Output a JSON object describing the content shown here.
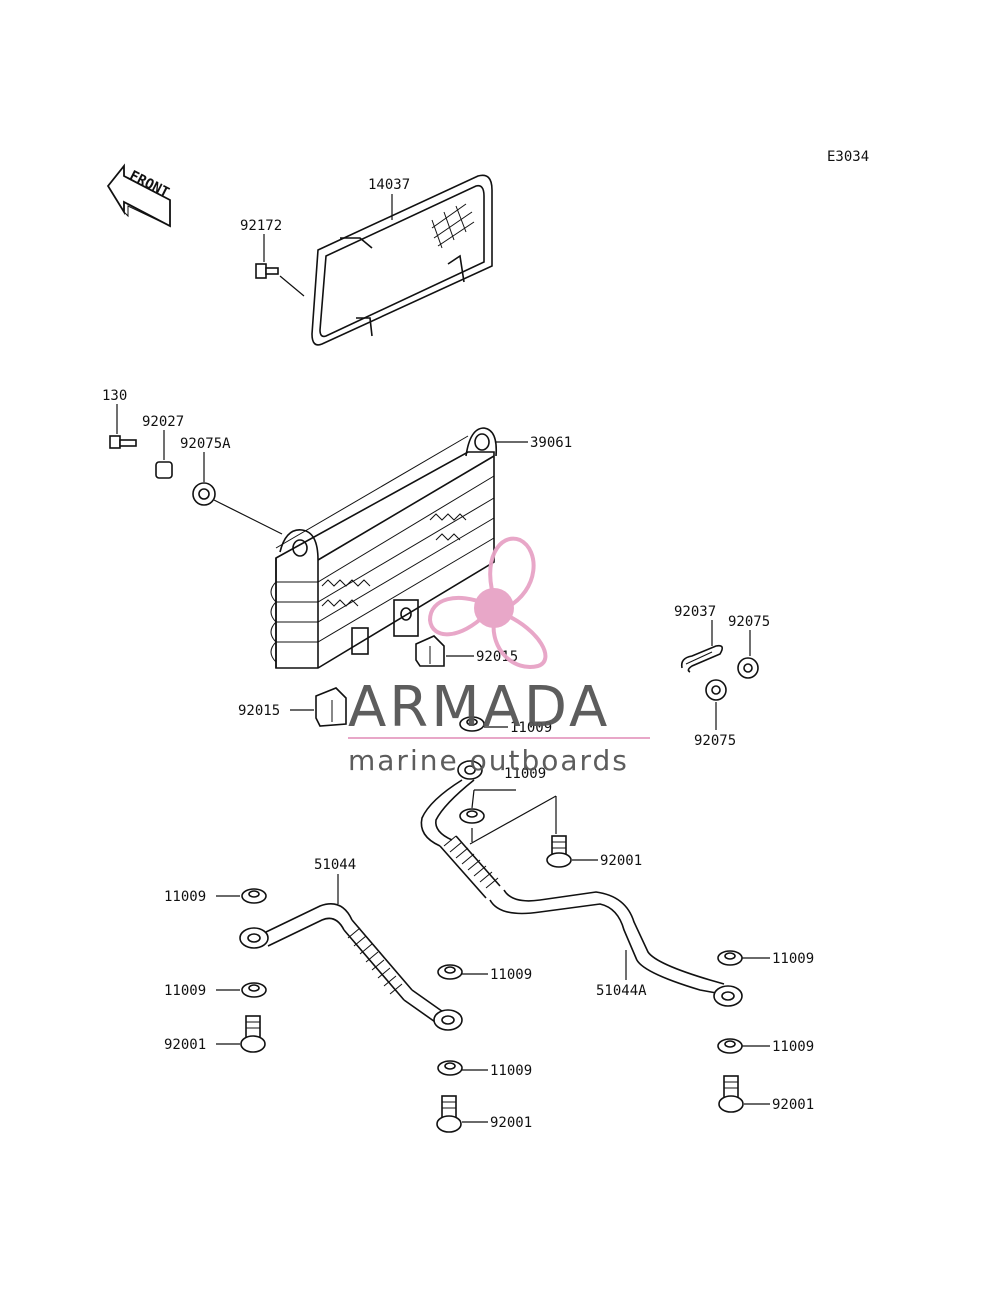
{
  "diagram_code": "E3034",
  "front_arrow_label": "FRONT",
  "watermark": {
    "brand": "ARMADA",
    "tagline": "marine outboards",
    "colors": {
      "logo": "#e7a3c6",
      "text": "#555555"
    }
  },
  "callouts": {
    "p14037": "14037",
    "p92172": "92172",
    "p130": "130",
    "p92027": "92027",
    "p92075A": "92075A",
    "p39061": "39061",
    "p92015a": "92015",
    "p92015b": "92015",
    "p92037": "92037",
    "p92075a": "92075",
    "p92075b": "92075",
    "p11009a": "11009",
    "p11009b": "11009",
    "p92001a": "92001",
    "p51044": "51044",
    "p11009c": "11009",
    "p11009d": "11009",
    "p92001b": "92001",
    "p11009e": "11009",
    "p11009f": "11009",
    "p92001c": "92001",
    "p51044A": "51044A",
    "p11009g": "11009",
    "p11009h": "11009",
    "p92001d": "92001"
  }
}
